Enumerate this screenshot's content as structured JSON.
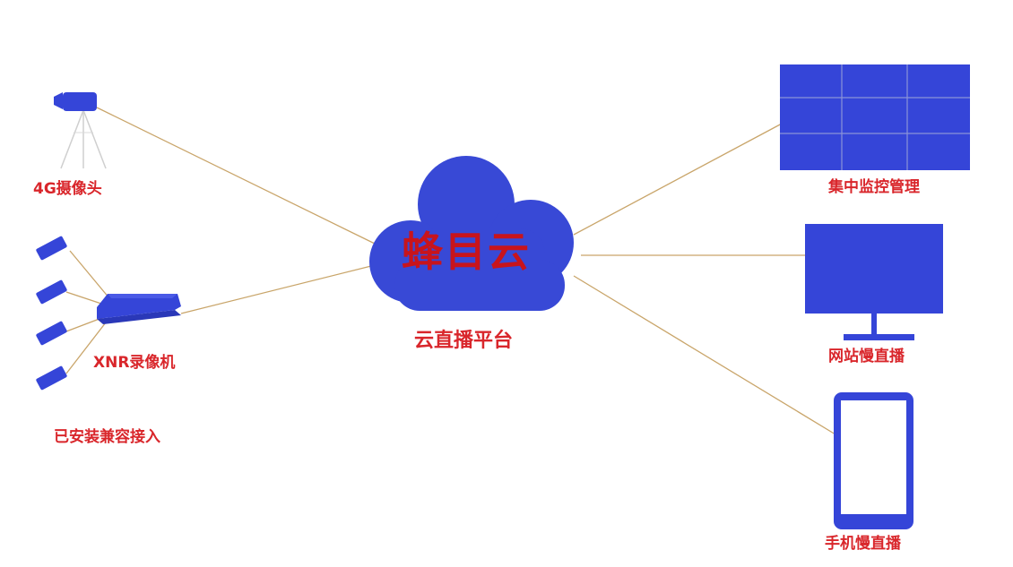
{
  "cloud": {
    "title": "蜂目云",
    "subtitle": "云直播平台"
  },
  "inputs": {
    "camera_label": "4G摄像头",
    "recorder_label": "XNR录像机",
    "compat_label": "已安装兼容接入"
  },
  "outputs": {
    "monitor_wall_label": "集中监控管理",
    "website_label": "网站慢直播",
    "mobile_label": "手机慢直播"
  },
  "colors": {
    "device_blue": "#3545d8",
    "cloud_blue": "#3849d6",
    "label_red": "#d9262b",
    "connector": "#c9a56a"
  }
}
